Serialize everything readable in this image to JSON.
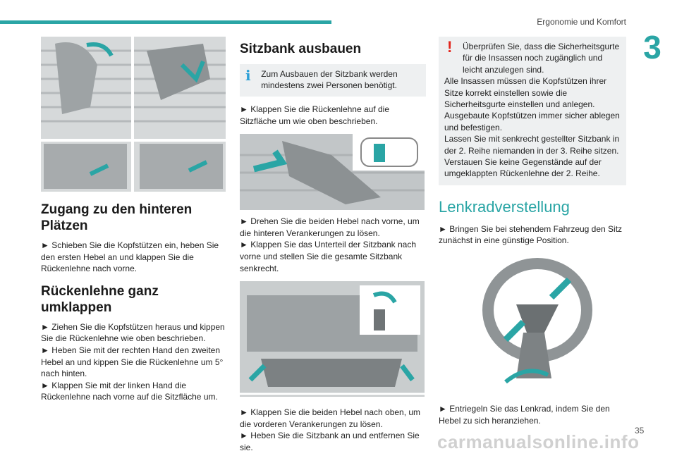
{
  "header": {
    "section_title": "Ergonomie und Komfort",
    "chapter_number": "3",
    "accent_color": "#2aa5a5"
  },
  "col1": {
    "heading_access": "Zugang zu den hinteren Plätzen",
    "access_step1": "► Schieben Sie die Kopfstützen ein, heben Sie den ersten Hebel an und klappen Sie die Rückenlehne nach vorne.",
    "heading_fold": "Rückenlehne ganz umklappen",
    "fold_step1": "► Ziehen Sie die Kopfstützen heraus und kippen Sie die Rückenlehne wie oben beschrieben.",
    "fold_step2": "► Heben Sie mit der rechten Hand den zweiten Hebel an und kippen Sie die Rückenlehne um 5° nach hinten.",
    "fold_step3": "► Klappen Sie mit der linken Hand die Rückenlehne nach vorne auf die Sitzfläche um."
  },
  "col2": {
    "heading_remove": "Sitzbank ausbauen",
    "info_icon": "i",
    "info_text": "Zum Ausbauen der Sitzbank werden mindestens zwei Personen benötigt.",
    "step1": "► Klappen Sie die Rückenlehne auf die Sitzfläche um wie oben beschrieben.",
    "step2": "► Drehen Sie die beiden Hebel nach vorne, um die hinteren Verankerungen zu lösen.",
    "step3": "► Klappen Sie das Unterteil der Sitzbank nach vorne und stellen Sie die gesamte Sitzbank senkrecht.",
    "step4": "► Klappen Sie die beiden Hebel nach oben, um die vorderen Verankerungen zu lösen.",
    "step5": "► Heben Sie die Sitzbank an und entfernen Sie sie."
  },
  "col3": {
    "warn_icon": "!",
    "warn_p1": "Überprüfen Sie, dass die Sicherheitsgurte für die Insassen noch zugänglich und leicht anzulegen sind.",
    "warn_p2": "Alle Insassen müssen die Kopfstützen ihrer Sitze korrekt einstellen sowie die Sicherheitsgurte einstellen und anlegen.",
    "warn_p3": "Ausgebaute Kopfstützen immer sicher ablegen und befestigen.",
    "warn_p4": "Lassen Sie mit senkrecht gestellter Sitzbank in der 2. Reihe niemanden in der 3. Reihe sitzen.",
    "warn_p5": "Verstauen Sie keine Gegenstände auf der umgeklappten Rückenlehne der 2. Reihe.",
    "heading_steering": "Lenkradverstellung",
    "steer_step1": "► Bringen Sie bei stehendem Fahrzeug den Sitz zunächst in eine günstige Position.",
    "steer_step2": "► Entriegeln Sie das Lenkrad, indem Sie den Hebel zu sich heranziehen."
  },
  "footer": {
    "page_number": "35",
    "watermark": "carmanualsonline.info"
  }
}
